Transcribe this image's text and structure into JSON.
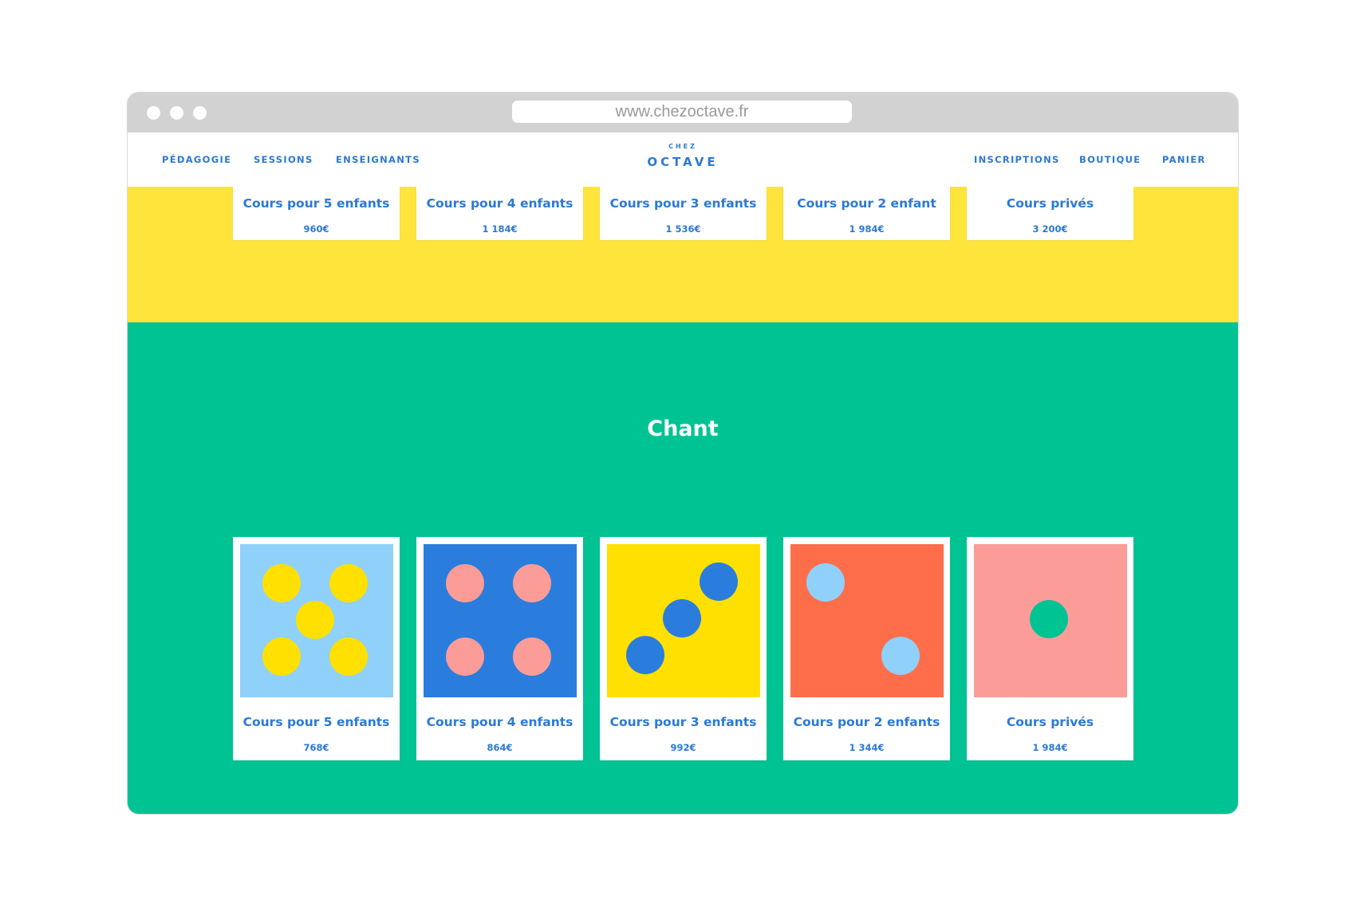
{
  "browser": {
    "url": "www.chezoctave.fr"
  },
  "nav": {
    "left_links": [
      "PÉDAGOGIE",
      "SESSIONS",
      "ENSEIGNANTS"
    ],
    "logo_top": "CHEZ",
    "logo_main": "OCTAVE",
    "right_links": [
      "INSCRIPTIONS",
      "BOUTIQUE",
      "PANIER"
    ]
  },
  "top_cards": [
    {
      "title": "Cours pour 5 enfants",
      "price": "960€"
    },
    {
      "title": "Cours pour 4 enfants",
      "price": "1 184€"
    },
    {
      "title": "Cours pour 3 enfants",
      "price": "1 536€"
    },
    {
      "title": "Cours pour 2 enfant",
      "price": "1 984€"
    },
    {
      "title": "Cours privés",
      "price": "3 200€"
    }
  ],
  "section": {
    "title": "Chant"
  },
  "cards": [
    {
      "title": "Cours pour 5 enfants",
      "price": "768€",
      "image_bg": "#8fd1fb",
      "pip_color": "#ffe000",
      "pips": 5
    },
    {
      "title": "Cours pour 4 enfants",
      "price": "864€",
      "image_bg": "#2a7ddd",
      "pip_color": "#fc9c98",
      "pips": 4
    },
    {
      "title": "Cours pour 3 enfants",
      "price": "992€",
      "image_bg": "#ffe000",
      "pip_color": "#2a7ddd",
      "pips": 3
    },
    {
      "title": "Cours pour 2 enfants",
      "price": "1 344€",
      "image_bg": "#ff6e4b",
      "pip_color": "#8fd1fb",
      "pips": 2
    },
    {
      "title": "Cours privés",
      "price": "1 984€",
      "image_bg": "#fc9c98",
      "pip_color": "#00c394",
      "pips": 1
    }
  ],
  "colors": {
    "accent": "#2b79d6",
    "yellow_band": "#ffe53b",
    "green_band": "#00c394",
    "chrome": "#d2d2d2"
  }
}
